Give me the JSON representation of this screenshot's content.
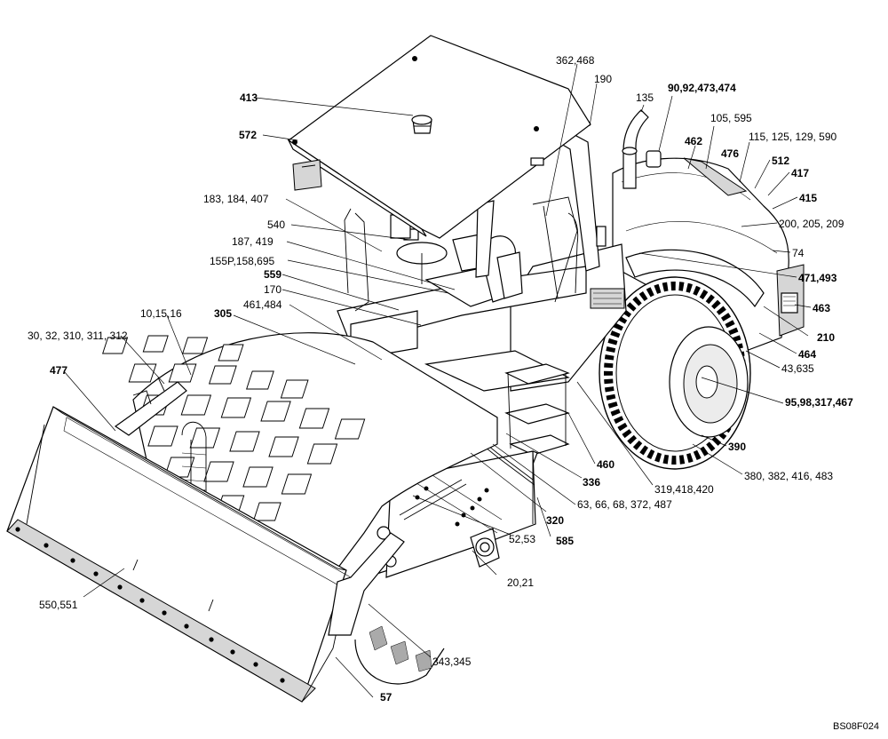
{
  "callouts": [
    {
      "id": "c413",
      "text": "413",
      "bold": true
    },
    {
      "id": "c572",
      "text": "572",
      "bold": true
    },
    {
      "id": "c183",
      "text": "183, 184, 407",
      "bold": false
    },
    {
      "id": "c540",
      "text": "540",
      "bold": false
    },
    {
      "id": "c187",
      "text": "187, 419",
      "bold": false
    },
    {
      "id": "c155",
      "text": "155P,158,695",
      "bold": false
    },
    {
      "id": "c559",
      "text": "559",
      "bold": true
    },
    {
      "id": "c170",
      "text": "170",
      "bold": false
    },
    {
      "id": "c461",
      "text": "461,484",
      "bold": false
    },
    {
      "id": "c305",
      "text": "305",
      "bold": true
    },
    {
      "id": "c10",
      "text": "10,15,16",
      "bold": false
    },
    {
      "id": "c30",
      "text": "30, 32, 310, 311, 312",
      "bold": false
    },
    {
      "id": "c477",
      "text": "477",
      "bold": true
    },
    {
      "id": "c550",
      "text": "550,551",
      "bold": false
    },
    {
      "id": "c57",
      "text": "57",
      "bold": true
    },
    {
      "id": "c343",
      "text": "343,345",
      "bold": false
    },
    {
      "id": "c20",
      "text": "20,21",
      "bold": false
    },
    {
      "id": "c52",
      "text": "52,53",
      "bold": false
    },
    {
      "id": "c585",
      "text": "585",
      "bold": true
    },
    {
      "id": "c320",
      "text": "320",
      "bold": true
    },
    {
      "id": "c63",
      "text": "63, 66, 68, 372, 487",
      "bold": false
    },
    {
      "id": "c336",
      "text": "336",
      "bold": true
    },
    {
      "id": "c319",
      "text": "319,418,420",
      "bold": false
    },
    {
      "id": "c460",
      "text": "460",
      "bold": true
    },
    {
      "id": "c380",
      "text": "380, 382, 416, 483",
      "bold": false
    },
    {
      "id": "c390",
      "text": "390",
      "bold": true
    },
    {
      "id": "c95",
      "text": "95,98,317,467",
      "bold": true
    },
    {
      "id": "c43",
      "text": "43,635",
      "bold": false
    },
    {
      "id": "c464",
      "text": "464",
      "bold": true
    },
    {
      "id": "c210",
      "text": "210",
      "bold": true
    },
    {
      "id": "c463",
      "text": "463",
      "bold": true
    },
    {
      "id": "c471",
      "text": "471,493",
      "bold": true
    },
    {
      "id": "c74",
      "text": "74",
      "bold": false
    },
    {
      "id": "c200",
      "text": "200, 205, 209",
      "bold": false
    },
    {
      "id": "c415",
      "text": "415",
      "bold": true
    },
    {
      "id": "c417",
      "text": "417",
      "bold": true
    },
    {
      "id": "c512",
      "text": "512",
      "bold": true
    },
    {
      "id": "c115",
      "text": "115, 125, 129, 590",
      "bold": false
    },
    {
      "id": "c476",
      "text": "476",
      "bold": true
    },
    {
      "id": "c105",
      "text": "105, 595",
      "bold": false
    },
    {
      "id": "c462",
      "text": "462",
      "bold": true
    },
    {
      "id": "c90",
      "text": "90,92,473,474",
      "bold": true
    },
    {
      "id": "c135",
      "text": "135",
      "bold": false
    },
    {
      "id": "c190",
      "text": "190",
      "bold": false
    },
    {
      "id": "c362",
      "text": "362,468",
      "bold": false
    }
  ],
  "drawing_code": "BS08F024"
}
